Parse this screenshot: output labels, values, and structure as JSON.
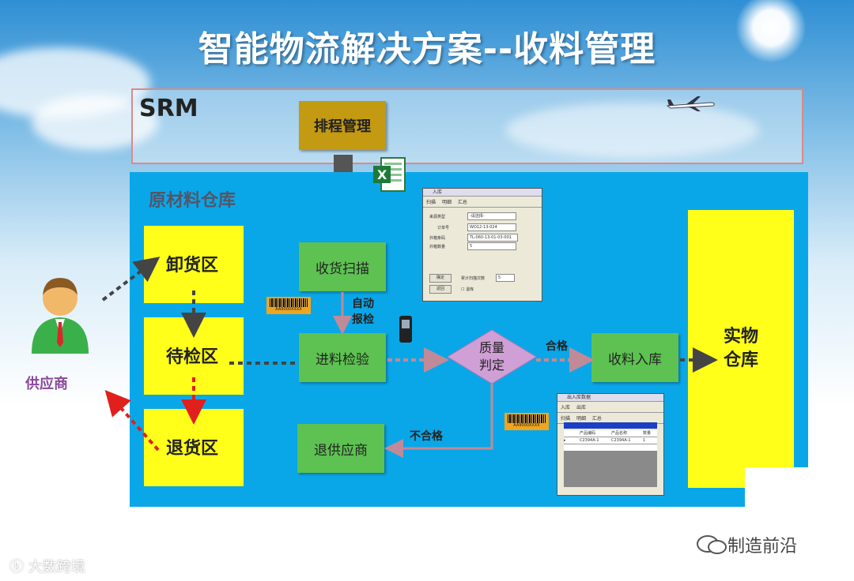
{
  "title": "智能物流解决方案--收料管理",
  "srm": {
    "label": "SRM",
    "schedule": "排程管理"
  },
  "warehouse": {
    "label": "原材料仓库"
  },
  "zones": {
    "unload": "卸货区",
    "inspect_wait": "待检区",
    "return": "退货区"
  },
  "process": {
    "receive_scan": "收货扫描",
    "incoming_inspection": "进料检验",
    "quality_judgement_line1": "质量",
    "quality_judgement_line2": "判定",
    "receive_store": "收料入库",
    "return_supplier": "退供应商",
    "physical_warehouse_line1": "实物",
    "physical_warehouse_line2": "仓库"
  },
  "labels": {
    "auto_line1": "自动",
    "auto_line2": "报检",
    "pass": "合格",
    "fail": "不合格"
  },
  "supplier": {
    "label": "供应商"
  },
  "barcode_text": "AA9000XXXX",
  "window1": {
    "title": "入库",
    "tabs": [
      "扫描",
      "明细",
      "汇总"
    ],
    "source_type_label": "来源类型",
    "source_type_value": "-请选择-",
    "order_label": "订单号",
    "order_value": "WO12-13-024",
    "outer_barcode_label": "外箱条码",
    "outer_barcode_value": "TL-060-13-01-03-001",
    "outer_qty_label": "外箱数量",
    "outer_qty_value": "5",
    "confirm_btn": "确定",
    "count_label": "累计扫描次数",
    "count_value": "5",
    "back_btn": "返回",
    "return_checkbox": "退库"
  },
  "window2": {
    "title": "出入库数据",
    "tabs": [
      "入库",
      "出库"
    ],
    "subtabs": [
      "扫描",
      "明细",
      "汇总"
    ],
    "columns": [
      "产品编码",
      "产品名称",
      "数量"
    ],
    "row": [
      "C2394A-1",
      "C2394A-1",
      "1"
    ]
  },
  "watermarks": {
    "right": "制造前沿",
    "left": "大数跨境"
  },
  "colors": {
    "yellow": "#ffff1a",
    "green": "#5dc251",
    "blue": "#0aa7e8",
    "gold": "#c39a12",
    "diamond": "#cf9fd6"
  }
}
